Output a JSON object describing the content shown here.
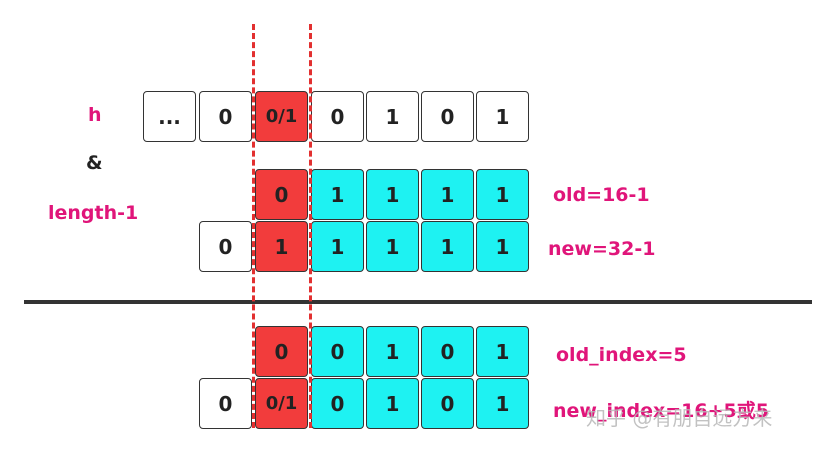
{
  "labels": {
    "h": "h",
    "amp": "&",
    "length": "length-1",
    "old": "old=16-1",
    "new": "new=32-1",
    "old_index": "old_index=5",
    "new_index": "new_index=16+5或5"
  },
  "rows": {
    "h": [
      "...",
      "0",
      "0/1",
      "0",
      "1",
      "0",
      "1"
    ],
    "old_mask": [
      "0",
      "1",
      "1",
      "1",
      "1"
    ],
    "new_mask": [
      "0",
      "1",
      "1",
      "1",
      "1",
      "1"
    ],
    "old_index": [
      "0",
      "0",
      "1",
      "0",
      "1"
    ],
    "new_index": [
      "0",
      "0/1",
      "0",
      "1",
      "0",
      "1"
    ]
  },
  "colors": {
    "highlight_red": "#f23c3c",
    "mask_cyan": "#1ef2f2",
    "label_pink": "#e0157a",
    "divider": "#333333",
    "guide_dashes": "#e23030"
  },
  "watermark": "知乎 @有朋自远方来"
}
